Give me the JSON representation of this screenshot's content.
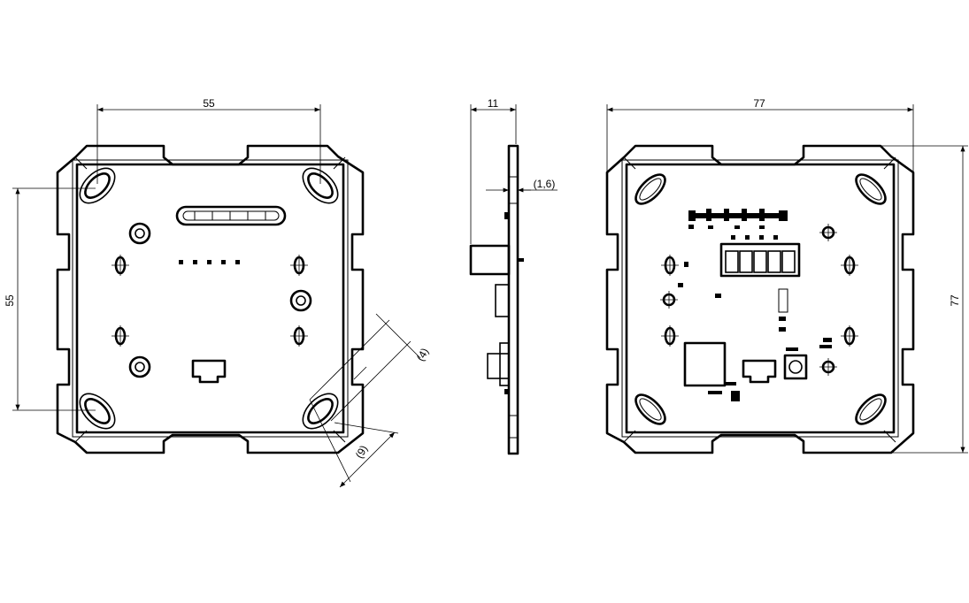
{
  "dimensions": {
    "front_width": "55",
    "front_height": "55",
    "side_depth": "11",
    "side_board": "(1,6)",
    "slot_width": "(4)",
    "slot_length": "(9)",
    "back_width": "77",
    "back_height": "77"
  }
}
